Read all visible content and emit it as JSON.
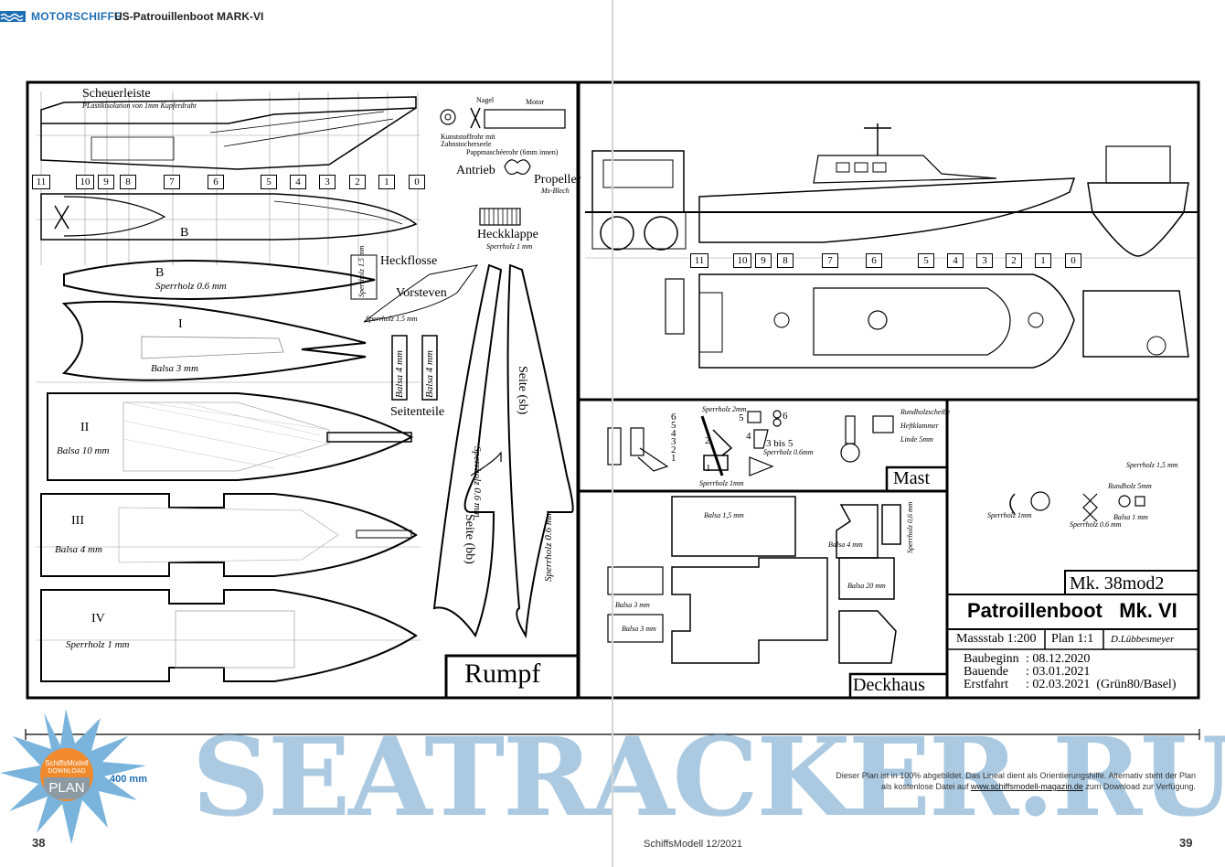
{
  "header": {
    "section": "MOTORSCHIFFE",
    "title": "US-Patrouillenboot MARK-VI"
  },
  "rumpf": {
    "scheuerleiste": "Scheuerleiste",
    "scheuer_note": "PLastikisolation von 1mm Kupferdraht",
    "stations": [
      "11",
      "10",
      "9",
      "8",
      "7",
      "6",
      "5",
      "4",
      "3",
      "2",
      "1",
      "0"
    ],
    "b_label": "B",
    "b_part": "B",
    "b_material": "Sperrholz 0.6 mm",
    "i_part": "I",
    "i_material": "Balsa 3 mm",
    "ii_part": "II",
    "ii_material": "Balsa 10 mm",
    "iii_part": "III",
    "iii_material": "Balsa 4 mm",
    "iv_part": "IV",
    "iv_material": "Sperrholz 1 mm",
    "nagel": "Nagel",
    "motor": "Motor",
    "kunststoff": "Kunststoffrohr mit Zahnstocherseele",
    "pappmasche": "Pappmaschéerohr (6mm innen)",
    "antrieb": "Antrieb",
    "propeller": "Propeller",
    "ms_blech": "Ms-Blech",
    "heckklappe": "Heckklappe",
    "heckklappe_mat": "Sperrholz 1 mm",
    "heckflosse": "Heckflosse",
    "heckflosse_mat": "Sperrholz 1.5 mm",
    "vorsteven": "Vorsteven",
    "vorsteven_mat": "Sperrholz 1.5 mm",
    "balsa4a": "Balsa 4 mm",
    "balsa4b": "Balsa 4 mm",
    "seitenteile": "Seitenteile",
    "sperr06a": "Sperrholz 0.6 mm",
    "seite_sb": "Seite (sb)",
    "seite_bb": "Seite (bb)",
    "sperr06b": "Sperrholz 0.6 mm",
    "title": "Rumpf"
  },
  "views": {
    "stations": [
      "11",
      "10",
      "9",
      "8",
      "7",
      "6",
      "5",
      "4",
      "3",
      "2",
      "1",
      "0"
    ]
  },
  "mast": {
    "sperr2": "Sperrholz 2mm",
    "sperr1": "Sperrholz 1mm",
    "nums": [
      "6",
      "5",
      "4",
      "3",
      "2",
      "1"
    ],
    "p5": "5",
    "p4": "4",
    "p2": "2",
    "p1": "1",
    "p6": "6",
    "dreibisfuenf": "3 bis 5",
    "sperr06": "Sperrholz 0.6mm",
    "rundholz": "Rundholzscheibe",
    "heftklammer": "Heftklammer",
    "linde": "Linde 5mm",
    "title": "Mast"
  },
  "deckhaus": {
    "balsa15": "Balsa 1,5 mm",
    "balsa4": "Balsa 4 mm",
    "sperr06": "Sperrholz 0,6 mm",
    "balsa20": "Balsa 20 mm",
    "balsa3a": "Balsa 3 mm",
    "balsa3b": "Balsa 3 mm",
    "title": "Deckhaus"
  },
  "details": {
    "sperr15": "Sperrholz 1,5 mm",
    "rundholz5": "Rundholz 5mm",
    "sperr1": "Sperrholz 1mm",
    "sperr06": "Sperrholz 0.6 mm",
    "balsa1": "Balsa 1 mm"
  },
  "titleblock": {
    "mk": "Mk. 38mod2",
    "name": "Patroillenboot   Mk. VI",
    "massstab": "Massstab 1:200",
    "plan": "Plan 1:1",
    "author": "D.Lübbesmeyer",
    "baubeginn_l": "Baubeginn",
    "baubeginn_v": ": 08.12.2020",
    "bauende_l": "Bauende",
    "bauende_v": ": 03.01.2021",
    "erstfahrt_l": "Erstfahrt",
    "erstfahrt_v": ": 02.03.2021  (Grün80/Basel)"
  },
  "watermark": "SEATRACKER.RU",
  "badge": {
    "top": "SchiffsModell",
    "mid": "DOWNLOAD",
    "plan": "PLAN"
  },
  "scale_label": "400 mm",
  "note": {
    "line1": "Dieser Plan ist in 100% abgebildet. Das Lineal dient als Orientierungshilfe. Alternativ steht der Plan",
    "line2_pre": "als kostenlose Datei auf ",
    "line2_link": "www.schiffsmodell-magazin.de",
    "line2_post": " zum Download zur Verfügung."
  },
  "footer": {
    "left_page": "38",
    "magazine": "SchiffsModell  12/2021",
    "right_page": "39"
  },
  "colors": {
    "accent": "#1f6fb5",
    "watermark": "#8bb6d8",
    "badge": "#f08a2c",
    "burst": "#7ab4dc"
  }
}
